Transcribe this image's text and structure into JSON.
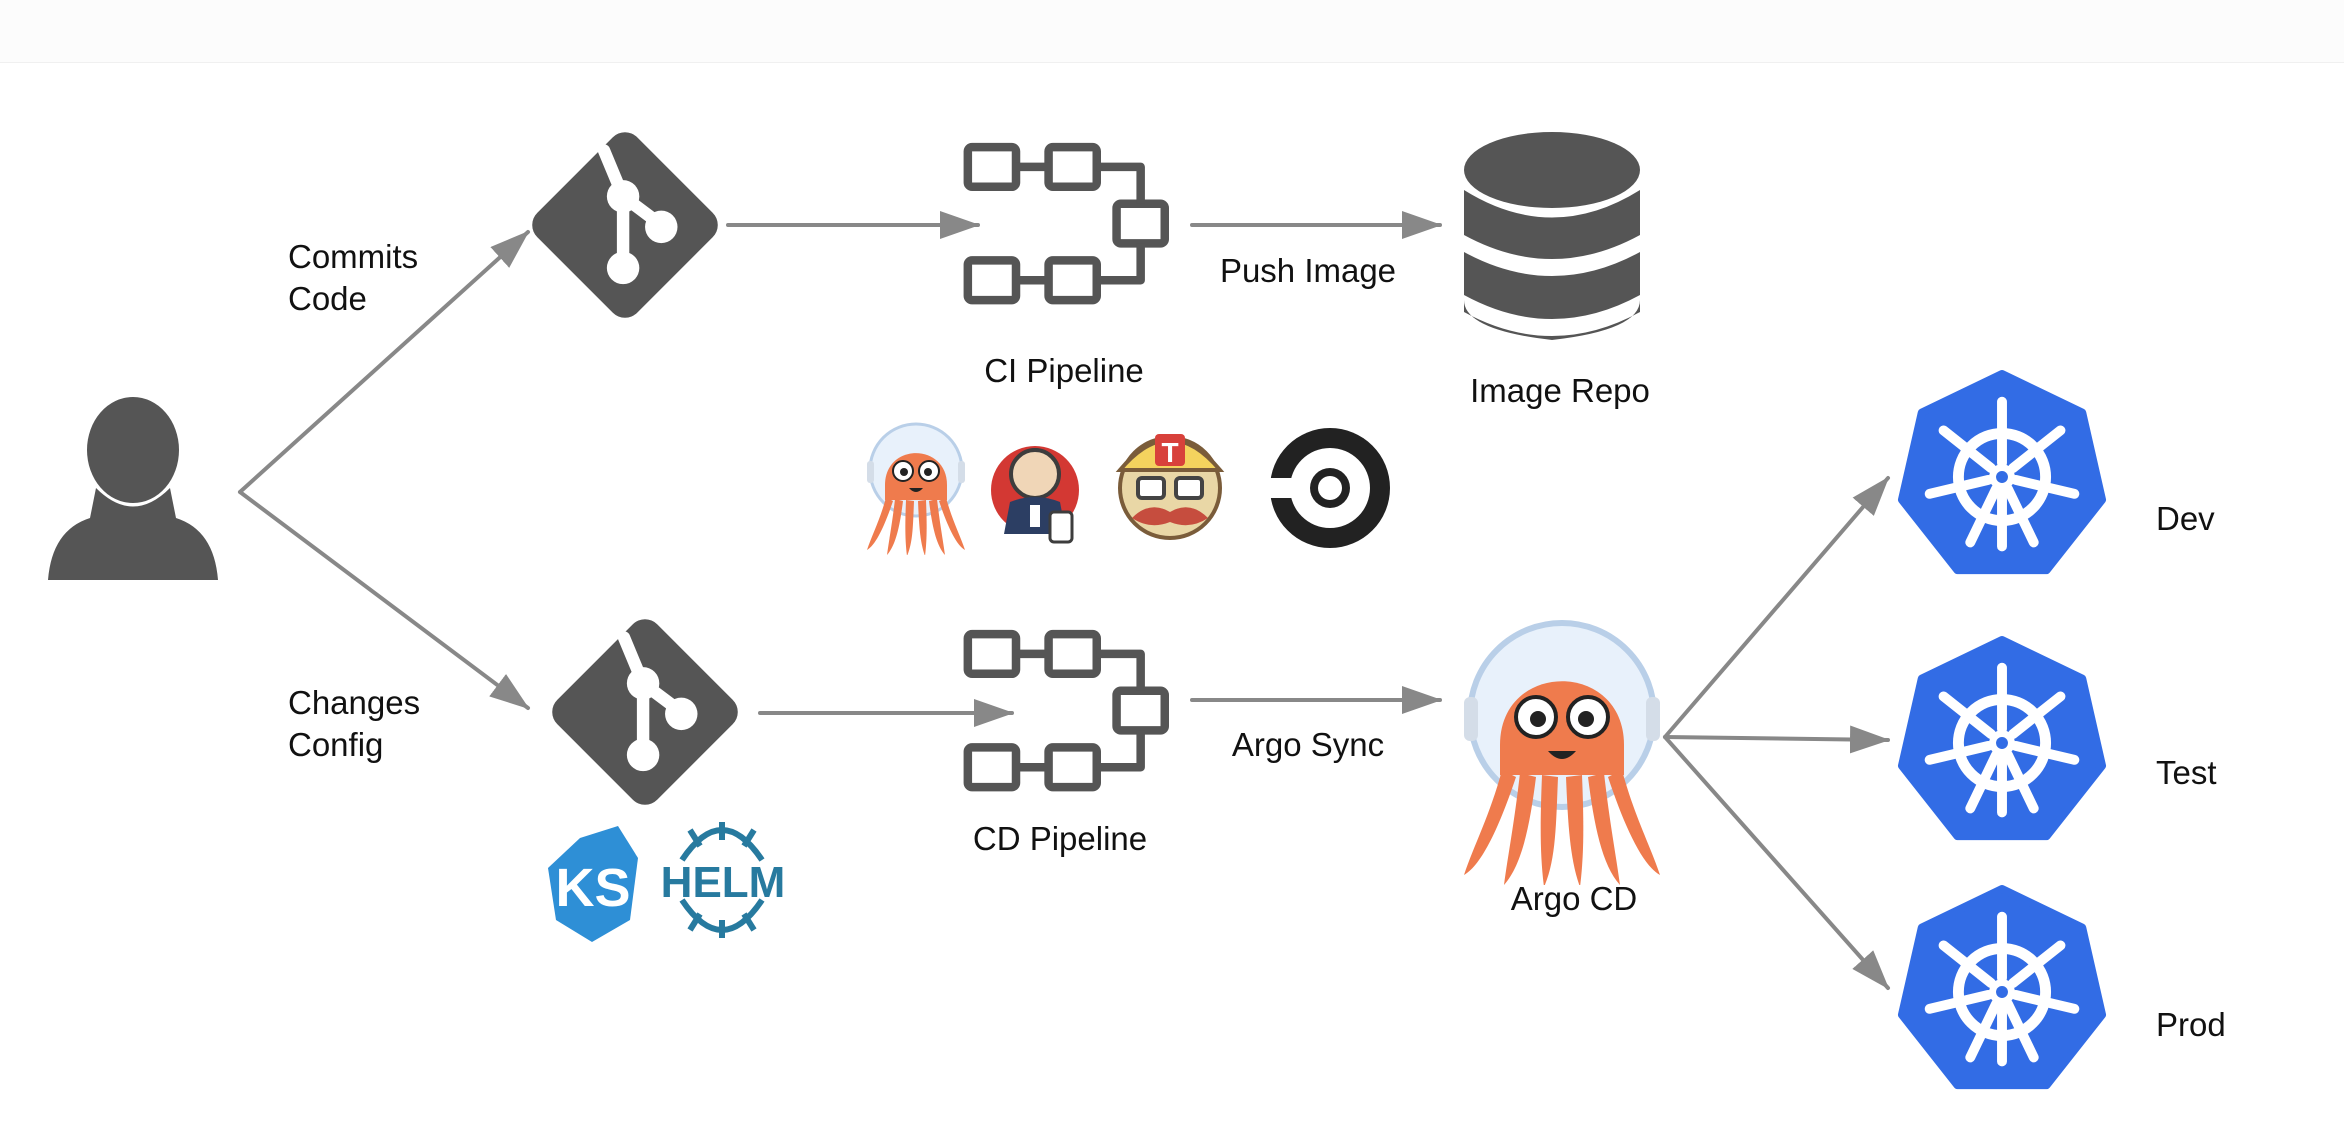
{
  "labels": {
    "commits_line1": "Commits",
    "commits_line2": "Code",
    "changes_line1": "Changes",
    "changes_line2": "Config",
    "ci_pipeline": "CI Pipeline",
    "cd_pipeline": "CD Pipeline",
    "push_image": "Push Image",
    "argo_sync": "Argo Sync",
    "image_repo": "Image Repo",
    "argo_cd": "Argo CD",
    "env_dev": "Dev",
    "env_test": "Test",
    "env_prod": "Prod",
    "helm_logo": "HELM",
    "ks_logo": "KS",
    "travis_logo": "T"
  },
  "colors": {
    "icon_gray": "#555555",
    "arrow_gray": "#888888",
    "k8s_blue": "#326ce5",
    "argo_orange": "#ef7b4d",
    "helm_blue": "#277a9f",
    "ks_blue": "#2e8fd6",
    "jenkins_red": "#d33833",
    "circleci_black": "#222222"
  },
  "icons": [
    "user-icon",
    "git-icon",
    "pipeline-icon",
    "database-icon",
    "argo-icon",
    "jenkins-icon",
    "travis-icon",
    "circleci-icon",
    "ksonnet-icon",
    "helm-icon",
    "kubernetes-icon"
  ]
}
